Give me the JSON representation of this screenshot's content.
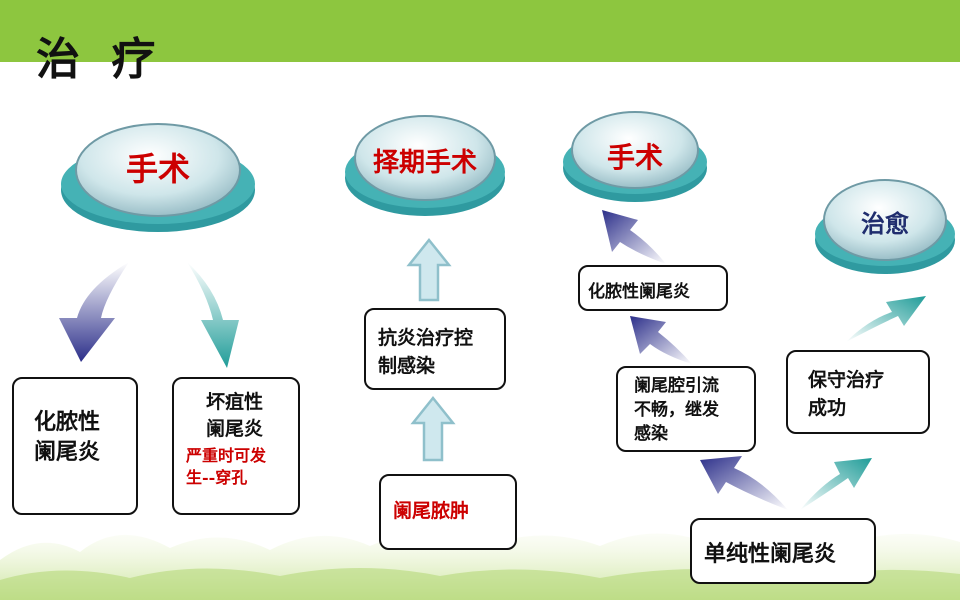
{
  "slide": {
    "title": "治 疗"
  },
  "col1": {
    "disc_label": "手术",
    "box_left": [
      "化脓性",
      "阑尾炎"
    ],
    "box_right_black": [
      "坏疽性",
      "阑尾炎"
    ],
    "box_right_red": [
      "严重时可发",
      "生--穿孔"
    ]
  },
  "col2": {
    "disc_label": "择期手术",
    "box_mid": [
      "抗炎治疗控",
      "制感染"
    ],
    "box_bottom": "阑尾脓肿"
  },
  "col3": {
    "disc_label_left": "手术",
    "disc_label_right": "治愈",
    "box_top": "化脓性阑尾炎",
    "box_mid": [
      "阑尾腔引流",
      "不畅，继发",
      "感染"
    ],
    "box_right": [
      "保守治疗",
      "成功"
    ],
    "box_bottom": "单纯性阑尾炎"
  },
  "colors": {
    "topbar": "#8dc63f",
    "red_text": "#cc0000",
    "navy_text": "#1f2d6e",
    "teal": "#2a9e9e"
  }
}
